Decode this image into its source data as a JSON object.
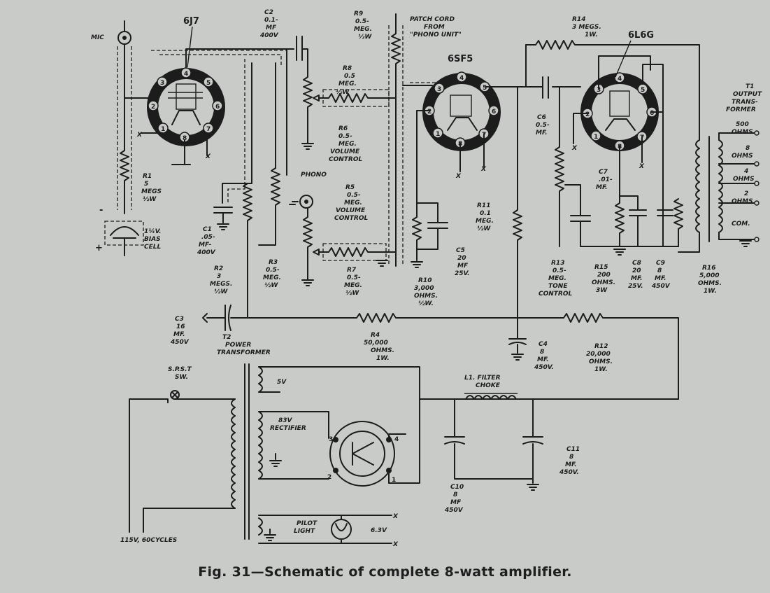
{
  "figure": {
    "caption": "Fig. 31—Schematic of complete 8-watt amplifier."
  },
  "tubes": {
    "t1": "6J7",
    "t2": "6SF5",
    "t3": "6L6G",
    "rect": "83V"
  },
  "rectifier_label": "RECTIFIER",
  "labels": {
    "mic": "MIC",
    "phono": "PHONO",
    "bias_plus": "+",
    "bias_minus": "-",
    "bias1": "1¼V.",
    "bias2": "BIAS",
    "bias3": "CELL",
    "patch1": "PATCH CORD",
    "patch2": "FROM",
    "patch3": "\"PHONO UNIT\"",
    "c2": [
      "C2",
      "0.1-",
      "MF",
      "400V"
    ],
    "r9": [
      "R9",
      "0.5-",
      "MEG.",
      "½W"
    ],
    "r8": [
      "R8",
      "0.5",
      "MEG.",
      "½W"
    ],
    "r6": [
      "R6",
      "0.5-",
      "MEG.",
      "VOLUME",
      "CONTROL"
    ],
    "r5": [
      "R5",
      "0.5-",
      "MEG.",
      "VOLUME",
      "CONTROL"
    ],
    "r7": [
      "R7",
      "0.5-",
      "MEG.",
      "½W"
    ],
    "r1": [
      "R1",
      "5",
      "MEGS",
      "½W"
    ],
    "c1": [
      "C1",
      ".05-",
      "MF-",
      "400V"
    ],
    "r2": [
      "R2",
      "3",
      "MEGS.",
      "½W"
    ],
    "r3": [
      "R3",
      "0.5-",
      "MEG.",
      "½W"
    ],
    "c6": [
      "C6",
      "0.5-",
      "MF."
    ],
    "c5": [
      "C5",
      "20",
      "MF",
      "25V."
    ],
    "r10": [
      "R10",
      "3,000",
      "OHMS.",
      "½W."
    ],
    "r11": [
      "R11",
      "0.1",
      "MEG.",
      "½W"
    ],
    "r14": [
      "R14",
      "3 MEGS.",
      "1W."
    ],
    "c7": [
      "C7",
      ".01-",
      "MF."
    ],
    "r13": [
      "R13",
      "0.5-",
      "MEG.",
      "TONE",
      "CONTROL"
    ],
    "r15": [
      "R15",
      "200",
      "OHMS.",
      "3W"
    ],
    "c8": [
      "C8",
      "20",
      "MF.",
      "25V."
    ],
    "c9": [
      "C9",
      "8",
      "MF.",
      "450V"
    ],
    "r16": [
      "R16",
      "5,000",
      "OHMS.",
      "1W."
    ],
    "t1": [
      "T1",
      "OUTPUT",
      "TRANS-",
      "FORMER"
    ],
    "taps": [
      "500",
      "OHMS",
      "8",
      "OHMS",
      "4",
      "OHMS",
      "2",
      "OHMS",
      "COM."
    ],
    "c3": [
      "C3",
      "16",
      "MF.",
      "450V"
    ],
    "r4": [
      "R4",
      "50,000",
      "OHMS.",
      "1W."
    ],
    "c4": [
      "C4",
      "8",
      "MF.",
      "450V."
    ],
    "r12": [
      "R12",
      "20,000",
      "OHMS.",
      "1W."
    ],
    "t2": [
      "T2",
      "POWER",
      "TRANSFORMER"
    ],
    "spst": [
      "S.P.S.T",
      "SW."
    ],
    "v5": "5V",
    "l1": [
      "L1. FILTER",
      "CHOKE"
    ],
    "c10": [
      "C10",
      "8",
      "MF",
      "450V"
    ],
    "c11": [
      "C11",
      "8",
      "MF.",
      "450V."
    ],
    "pilot": [
      "PILOT",
      "LIGHT"
    ],
    "v63": "6.3V",
    "mains": "115V, 60CYCLES",
    "x": "X"
  },
  "pins": {
    "t1": [
      "1",
      "2",
      "3",
      "4",
      "5",
      "6",
      "7",
      "8"
    ],
    "t2": [
      "1",
      "2",
      "3",
      "4",
      "5",
      "6",
      "7",
      "8"
    ],
    "t3": [
      "1",
      "2",
      "3",
      "4",
      "5",
      "6",
      "7",
      "8"
    ],
    "rect": [
      "1",
      "2",
      "3",
      "4"
    ]
  }
}
